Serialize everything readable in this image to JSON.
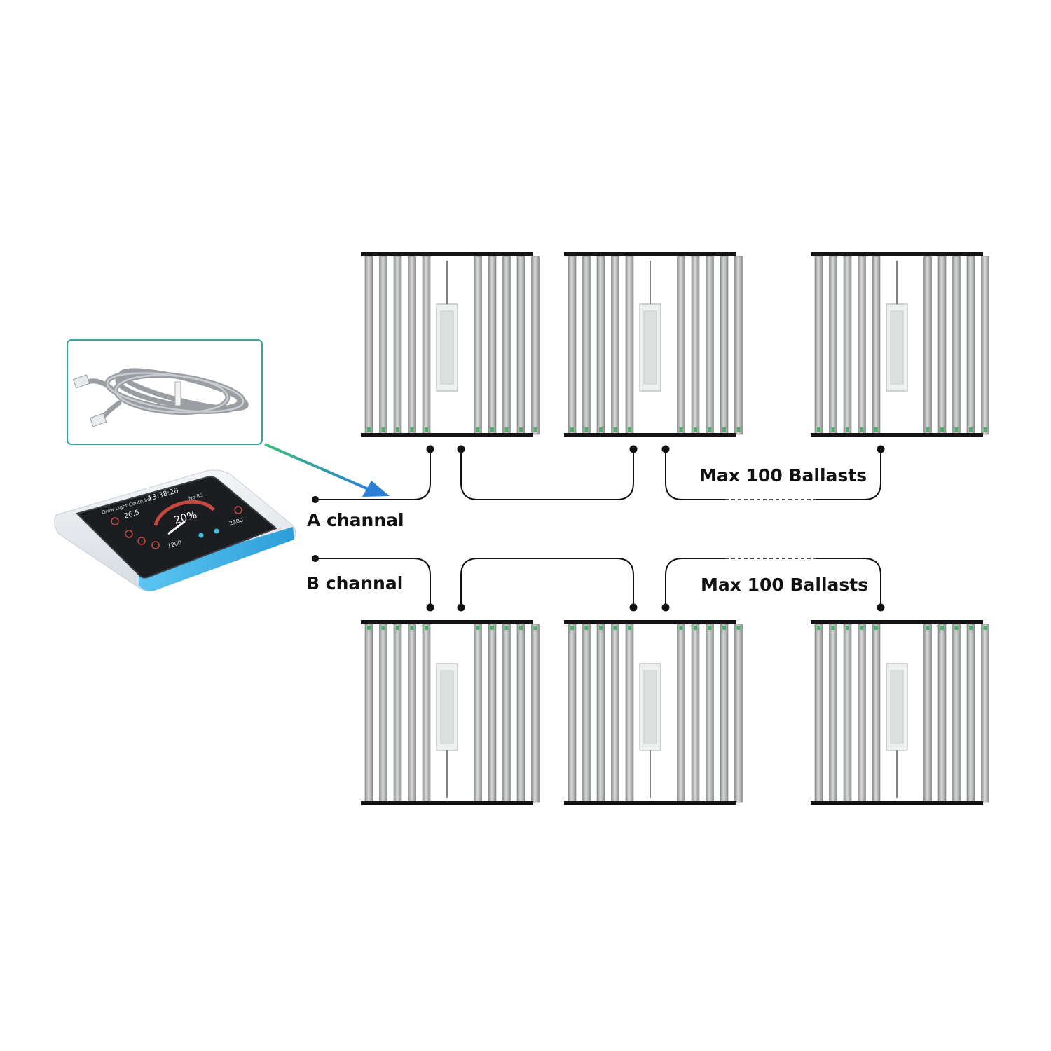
{
  "labels": {
    "channel_a": "A channal",
    "channel_b": "B channal",
    "max_a": "Max 100 Ballasts",
    "max_b": "Max 100 Ballasts"
  },
  "controller": {
    "title": "Grow Light Controller",
    "time": "13:38:28",
    "temperature": "26.5",
    "percent": "20%",
    "value_left": "1200",
    "value_right": "2300",
    "status": "No RS"
  },
  "colors": {
    "accent_blue": "#2a7fd6",
    "accent_green": "#3fbf7a",
    "light_bar": "#b9bcbc",
    "light_frame": "#141414",
    "controller_screen": "#1c1d21",
    "controller_base": "#4fb3e6"
  },
  "icons": {
    "cable": "rj-cable-icon",
    "controller": "touch-controller-icon",
    "arrow": "connection-arrow-icon",
    "fixture": "led-grow-light-icon"
  }
}
